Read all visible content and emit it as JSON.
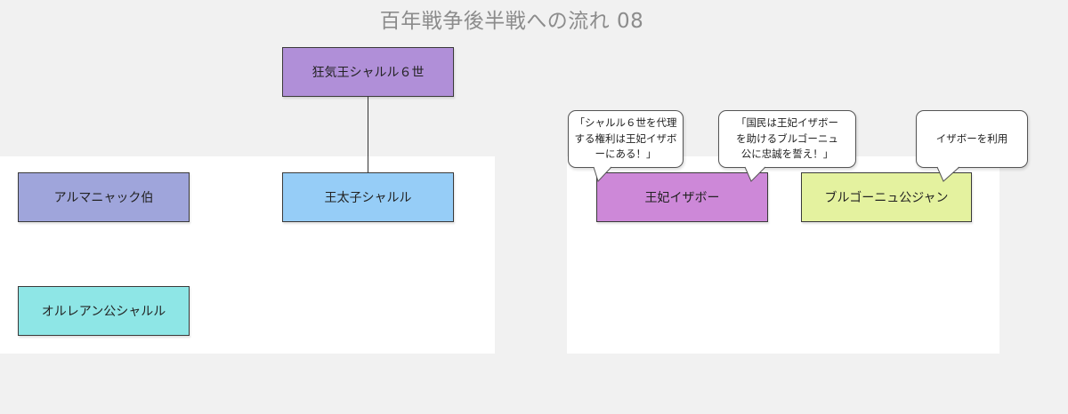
{
  "title": "百年戦争後半戦への流れ 08",
  "nodes": {
    "king": {
      "label": "狂気王シャルル６世",
      "color": "#b08fd8"
    },
    "dauphin": {
      "label": "王太子シャルル",
      "color": "#96cdf7"
    },
    "armagnac": {
      "label": "アルマニャック伯",
      "color": "#9fa5db"
    },
    "orleans": {
      "label": "オルレアン公シャルル",
      "color": "#8ee6e6"
    },
    "queen": {
      "label": "王妃イザボー",
      "color": "#cd88d8"
    },
    "burgundy": {
      "label": "ブルゴーニュ公ジャン",
      "color": "#e4f29f"
    }
  },
  "bubbles": {
    "queen_claim": {
      "lines": [
        "「シャルル６世を代理",
        "する権利は王妃イザボ",
        "ーにある！」"
      ]
    },
    "loyalty": {
      "lines": [
        "「国民は王妃イザボー",
        "を助けるブルゴーニュ",
        "公に忠誠を誓え！」"
      ]
    },
    "use": {
      "lines": [
        "イザボーを利用"
      ]
    }
  }
}
